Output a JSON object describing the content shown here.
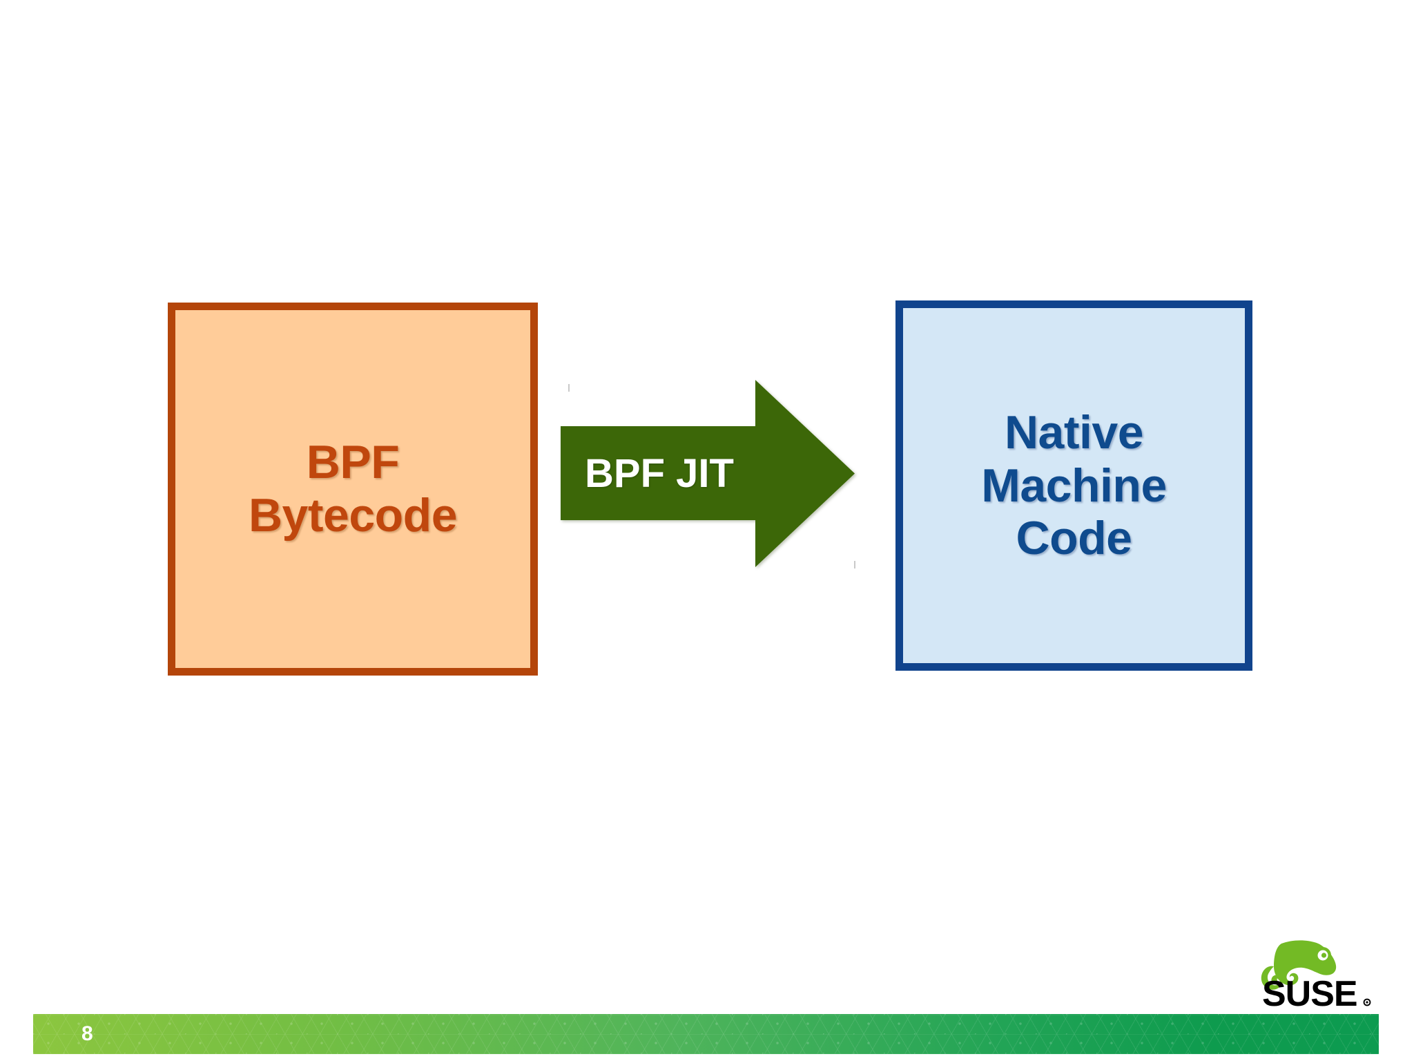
{
  "slide": {
    "page_number": "8",
    "background_color": "#FFFFFF"
  },
  "diagram": {
    "source_box": {
      "label": "BPF\nBytecode",
      "line1": "BPF",
      "line2": "Bytecode",
      "fill_color": "#FFCC99",
      "border_color": "#B4450A",
      "text_color": "#C0470D"
    },
    "transform_arrow": {
      "label": "BPF JIT",
      "fill_color": "#3C6708",
      "text_color": "#FFFFFF",
      "direction": "right"
    },
    "target_box": {
      "label": "Native\nMachine\nCode",
      "line1": "Native",
      "line2": "Machine",
      "line3": "Code",
      "fill_color": "#D4E7F6",
      "border_color": "#11448D",
      "text_color": "#0F4B8E"
    }
  },
  "branding": {
    "logo_text": "SUSE",
    "logo_mark_color": "#73BA25",
    "logo_wordmark_color": "#000000",
    "registered_mark": "®"
  },
  "footer": {
    "gradient_start": "#8CC63F",
    "gradient_end": "#0D9B50"
  }
}
